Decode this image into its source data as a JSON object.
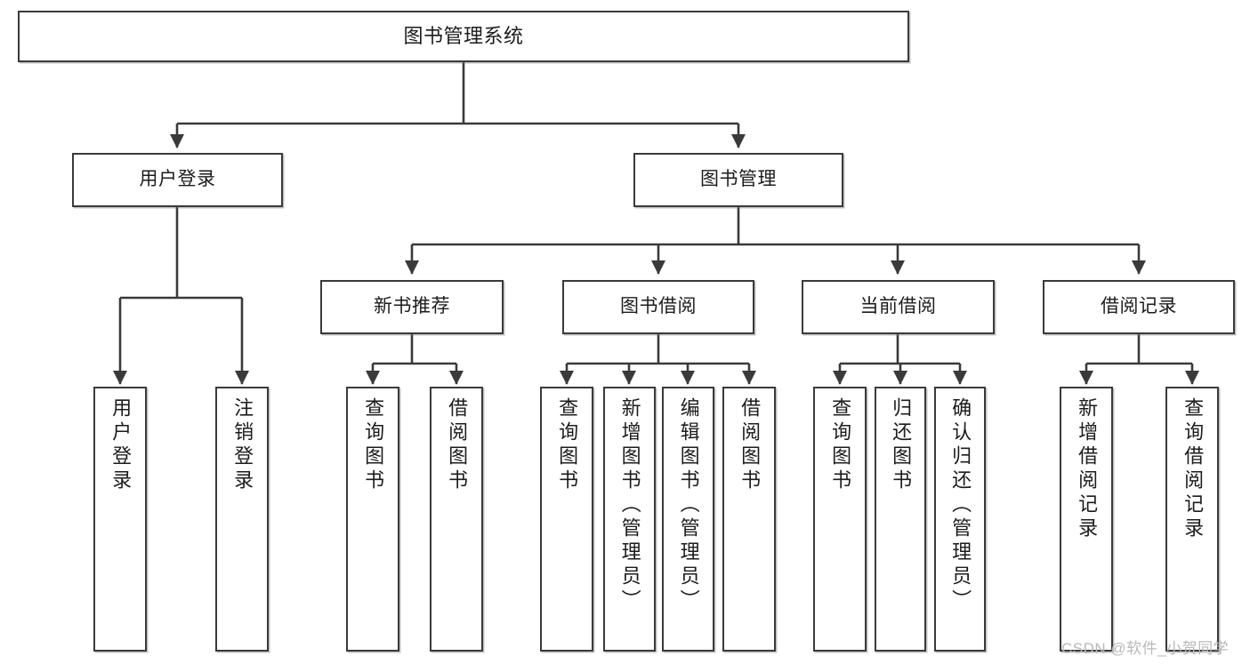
{
  "diagram": {
    "title": "图书管理系统",
    "type": "tree-hierarchy",
    "watermark": "CSDN @软件_小贺同学",
    "colors": {
      "stroke": "#3a3a3a",
      "fill": "#ffffff",
      "text": "#1c1c1c",
      "watermark": "#b9b9b9"
    },
    "nodes": {
      "root": {
        "label": "图书管理系统"
      },
      "level2": [
        {
          "id": "user-login",
          "label": "用户登录"
        },
        {
          "id": "book-manage",
          "label": "图书管理"
        }
      ],
      "level3": [
        {
          "id": "new-book-rec",
          "label": "新书推荐"
        },
        {
          "id": "book-borrow",
          "label": "图书借阅"
        },
        {
          "id": "current-borrow",
          "label": "当前借阅"
        },
        {
          "id": "borrow-record",
          "label": "借阅记录"
        }
      ],
      "leaves": {
        "user-login": [
          {
            "id": "leaf-user-login",
            "label": "用户登录"
          },
          {
            "id": "leaf-logout",
            "label": "注销登录"
          }
        ],
        "new-book-rec": [
          {
            "id": "leaf-query-book-1",
            "label": "查询图书"
          },
          {
            "id": "leaf-borrow-book-1",
            "label": "借阅图书"
          }
        ],
        "book-borrow": [
          {
            "id": "leaf-query-book-2",
            "label": "查询图书"
          },
          {
            "id": "leaf-add-book",
            "label": "新增图书（管理员）"
          },
          {
            "id": "leaf-edit-book",
            "label": "编辑图书（管理员）"
          },
          {
            "id": "leaf-borrow-book-2",
            "label": "借阅图书"
          }
        ],
        "current-borrow": [
          {
            "id": "leaf-query-book-3",
            "label": "查询图书"
          },
          {
            "id": "leaf-return-book",
            "label": "归还图书"
          },
          {
            "id": "leaf-confirm-return",
            "label": "确认归还（管理员）"
          }
        ],
        "borrow-record": [
          {
            "id": "leaf-add-record",
            "label": "新增借阅记录"
          },
          {
            "id": "leaf-query-record",
            "label": "查询借阅记录"
          }
        ]
      }
    }
  }
}
